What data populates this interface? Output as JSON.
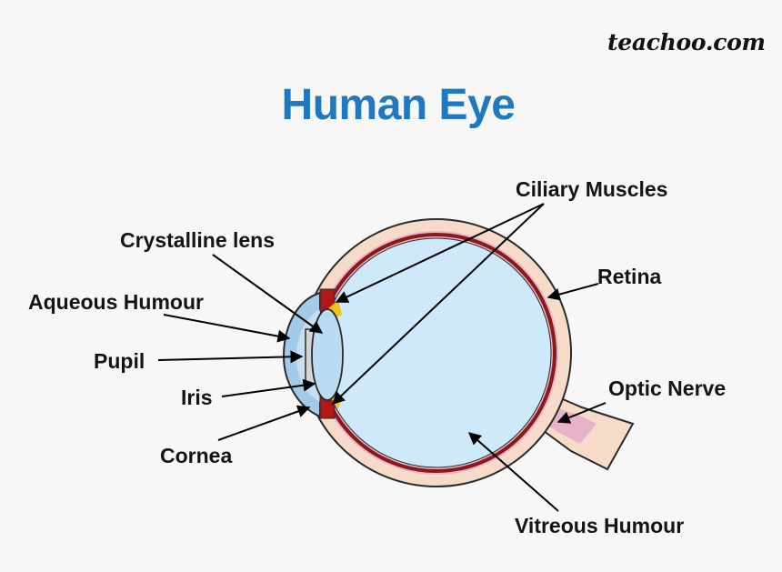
{
  "brand": "teachoo.com",
  "title": "Human Eye",
  "labels": {
    "ciliary_muscles": "Ciliary Muscles",
    "crystalline_lens": "Crystalline lens",
    "retina": "Retina",
    "aqueous_humour": "Aqueous Humour",
    "pupil": "Pupil",
    "optic_nerve": "Optic Nerve",
    "iris": "Iris",
    "cornea": "Cornea",
    "vitreous_humour": "Vitreous Humour"
  },
  "colors": {
    "title": "#1f78c1",
    "sclera": "#f6dcc8",
    "choroid": "#e6b3c8",
    "retina_line": "#8a1a1a",
    "vitreous": "#cde9fa",
    "cornea": "#a3cbe8",
    "lens": "#b9dcf3",
    "ciliary_red": "#b01818",
    "ciliary_yellow": "#f2c21a",
    "pupil_grey": "#d4d4d4"
  }
}
